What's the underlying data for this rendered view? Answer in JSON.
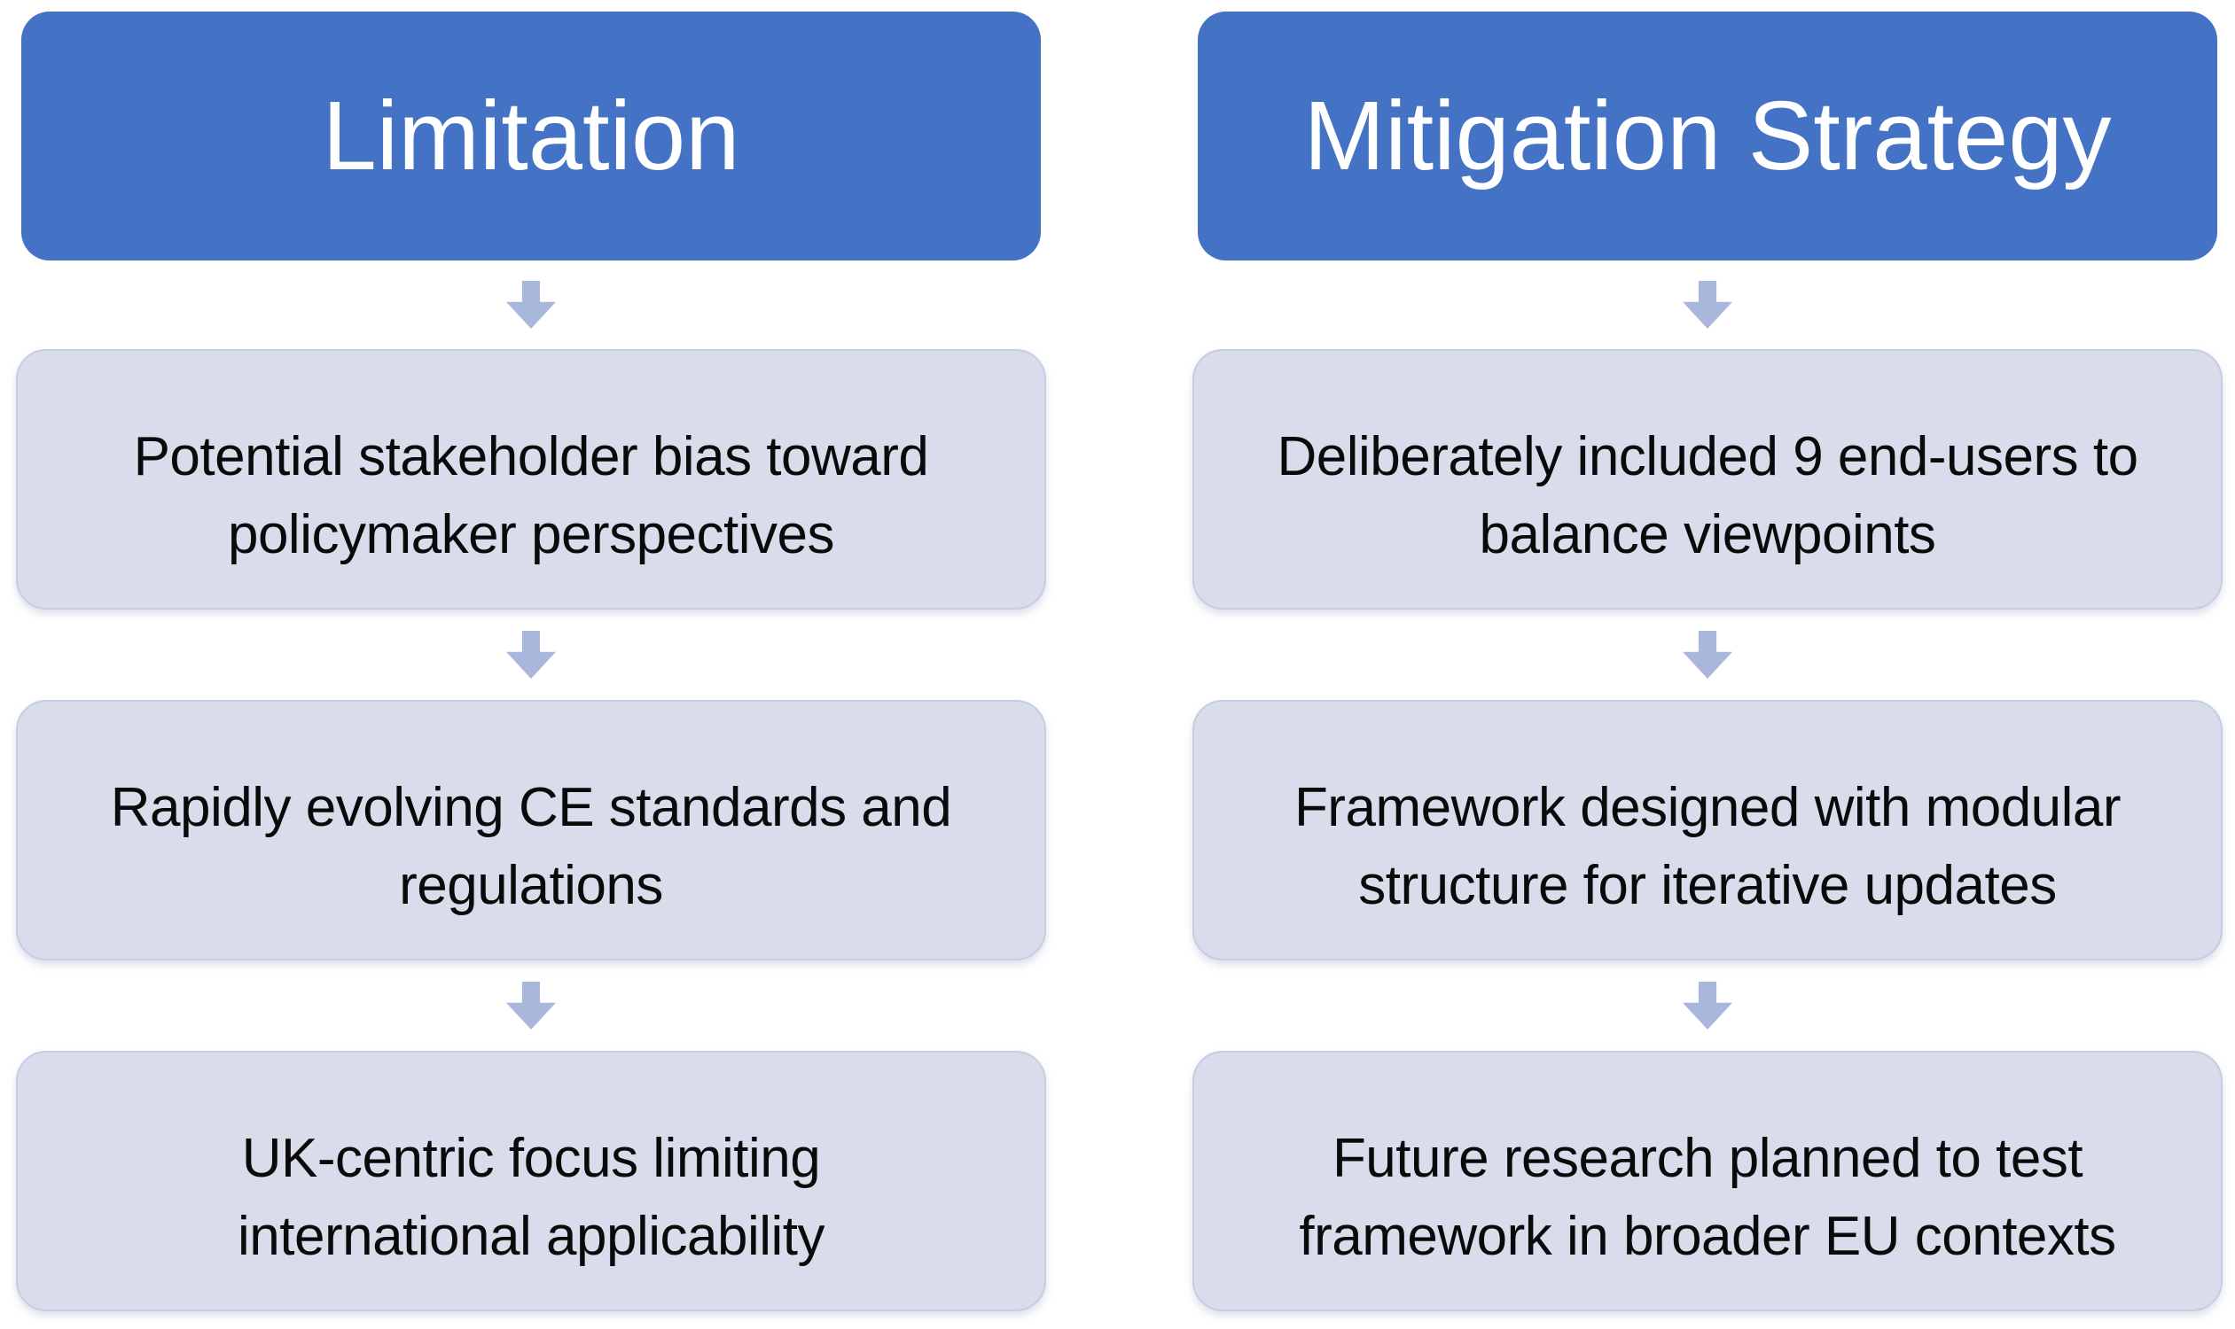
{
  "diagram": {
    "columns": [
      {
        "header": "Limitation",
        "items": [
          {
            "line1": "Potential stakeholder bias toward",
            "line2": "policymaker perspectives"
          },
          {
            "line1": "Rapidly evolving CE standards and",
            "line2": "regulations"
          },
          {
            "line1": "UK-centric focus limiting",
            "line2": "international applicability"
          }
        ]
      },
      {
        "header": "Mitigation Strategy",
        "items": [
          {
            "line1": "Deliberately included 9 end-users to",
            "line2": "balance viewpoints"
          },
          {
            "line1": "Framework designed with modular",
            "line2": "structure for iterative updates"
          },
          {
            "line1": "Future research planned to test",
            "line2": "framework in broader EU contexts"
          }
        ]
      }
    ],
    "colors": {
      "header_bg": "#4472C4",
      "header_text": "#FFFFFF",
      "box_bg": "#D8DCEB",
      "box_border": "#C6CDE2",
      "box_text": "#0A0A0A",
      "arrow": "#A9B7DC",
      "page_bg": "#FFFFFF"
    }
  }
}
